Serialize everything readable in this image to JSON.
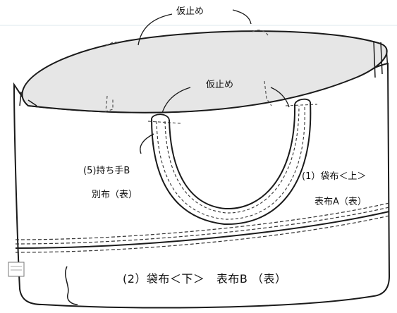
{
  "labels": {
    "tack_top": "仮止め",
    "tack_inner": "仮止め",
    "handle_line1": "(5)持ち手B",
    "handle_line2": "別布（表）",
    "upper_line1": "(1）袋布＜上＞",
    "upper_line2": "表布A（表）",
    "lower": "(2）袋布＜下＞　表布B （表）"
  },
  "colors": {
    "interior": "#e6e6e6",
    "outline": "#1a1a1a",
    "background": "#ffffff"
  }
}
